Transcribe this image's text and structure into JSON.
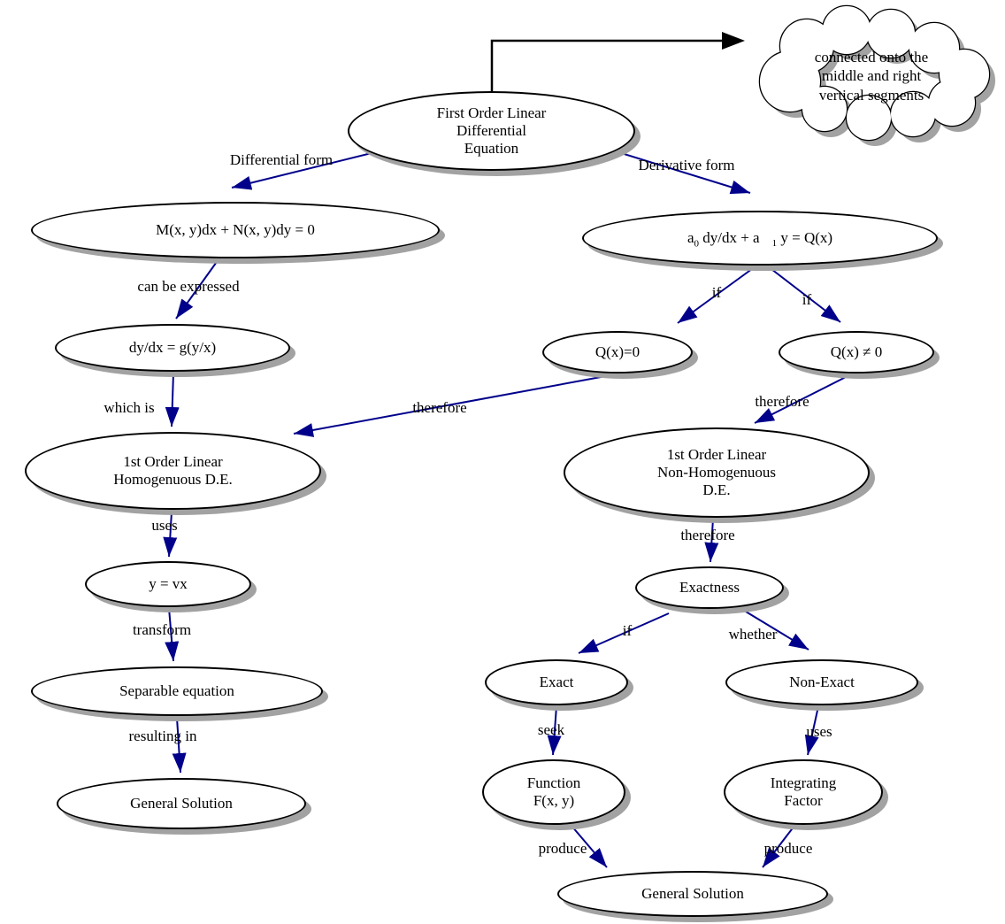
{
  "diagram": {
    "cloud": {
      "label": "connected onto the\nmiddle and right\nvertical segments"
    },
    "nodes": {
      "root": {
        "label": "First Order Linear\nDifferential\nEquation"
      },
      "differential_eq": {
        "label": "M(x, y)dx + N(x, y)dy = 0"
      },
      "derivative_eq": {
        "p1": "a",
        "sub1": "0",
        "p2": " dy/dx + a",
        "sub2": "1",
        "p3": " y = Q(x)"
      },
      "gyx": {
        "label": "dy/dx = g(y/x)"
      },
      "q_zero": {
        "label": "Q(x)=0"
      },
      "q_nonzero": {
        "label": "Q(x) ≠ 0"
      },
      "homogeneous": {
        "label": "1st Order Linear\nHomogenuous D.E."
      },
      "non_homogeneous": {
        "label": "1st Order Linear\nNon-Homogenuous\nD.E."
      },
      "y_vx": {
        "label": "y = vx"
      },
      "exactness": {
        "label": "Exactness"
      },
      "separable": {
        "label": "Separable equation"
      },
      "exact": {
        "label": "Exact"
      },
      "non_exact": {
        "label": "Non-Exact"
      },
      "general_solution_left": {
        "label": "General Solution"
      },
      "function_f": {
        "label": "Function\nF(x, y)"
      },
      "integrating_factor": {
        "label": "Integrating\nFactor"
      },
      "general_solution_bottom": {
        "label": "General Solution"
      }
    },
    "edge_labels": {
      "differential_form": "Differential form",
      "derivative_form": "Derivative form",
      "can_be_expressed": "can be expressed",
      "if_left": "if",
      "if_right": "if",
      "which_is": "which is",
      "therefore_homog": "therefore",
      "therefore_nonhomog": "therefore",
      "uses_yvx": "uses",
      "therefore_exactness": "therefore",
      "transform": "transform",
      "if_exact": "if",
      "whether": "whether",
      "resulting_in": "resulting in",
      "seek": "seek",
      "uses_integrating": "uses",
      "produce_left": "produce",
      "produce_right": "produce"
    },
    "colors": {
      "arrow": "#00008b",
      "black_arrow": "#000000",
      "node_border": "#000000",
      "node_fill": "#ffffff",
      "shadow": "#a2a2a2"
    }
  }
}
